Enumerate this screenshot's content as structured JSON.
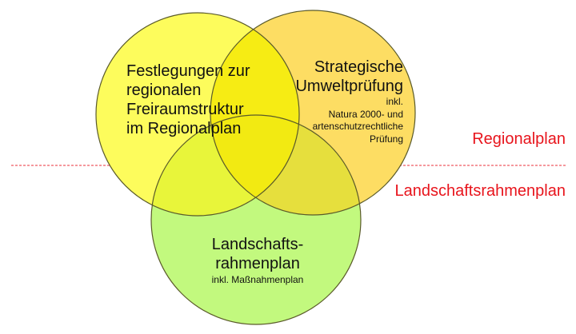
{
  "diagram": {
    "type": "venn",
    "circles": [
      {
        "id": "regional",
        "title_lines": [
          "Festlegungen zur",
          "regionalen",
          "Freiraumstruktur",
          "im Regionalplan"
        ],
        "fill": "#fdfc5c"
      },
      {
        "id": "sup",
        "title_lines": [
          "Strategische",
          "Umweltprüfung"
        ],
        "subtitle_lines": [
          "inkl.",
          "Natura 2000- und",
          "artenschutzrechtliche",
          "Prüfung"
        ],
        "fill": "#fddd63"
      },
      {
        "id": "lrp",
        "title_lines": [
          "Landschafts-",
          "rahmenplan"
        ],
        "subtitle_lines": [
          "inkl. Maßnahmenplan"
        ],
        "fill": "#c2f97e"
      }
    ],
    "overlap_colors": {
      "regional_sup": "#f6ec14",
      "regional_lrp": "#e8f53a",
      "sup_lrp": "#e6df3d",
      "all": "#f2ea12"
    },
    "divider": {
      "color": "#e8141c",
      "style": "dashed",
      "label_above": "Regionalplan",
      "label_below": "Landschaftsrahmenplan"
    }
  }
}
